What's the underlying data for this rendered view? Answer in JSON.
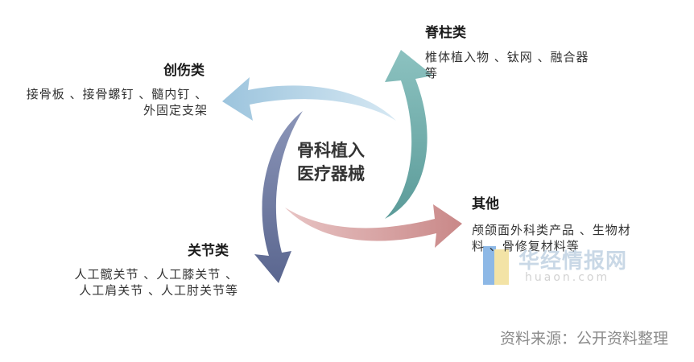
{
  "diagram": {
    "center_lines": [
      "骨科植入",
      "医疗器械"
    ],
    "categories": [
      {
        "title": "脊柱类",
        "desc_lines": [
          "椎体植入物 、钛网 、融合器",
          "等"
        ],
        "color": "#6aa8a6"
      },
      {
        "title": "创伤类",
        "desc_lines": [
          "接骨板 、接骨螺钉 、髓内钉 、",
          "外固定支架"
        ],
        "color": "#b3d3e6"
      },
      {
        "title": "其他",
        "desc_lines": [
          "颅颌面外科类产品 、生物材",
          "料 、骨修复材料等"
        ],
        "color": "#d19a9a"
      },
      {
        "title": "关节类",
        "desc_lines": [
          "人工髋关节 、人工膝关节 、",
          "人工肩关节 、人工肘关节等"
        ],
        "color": "#6e7aa3"
      }
    ]
  },
  "watermark": {
    "name": "华经情报网",
    "domain": "huaon.com",
    "colors": [
      "#4a90d9",
      "#f5c542"
    ]
  },
  "source_text": "资料来源：公开资料整理"
}
